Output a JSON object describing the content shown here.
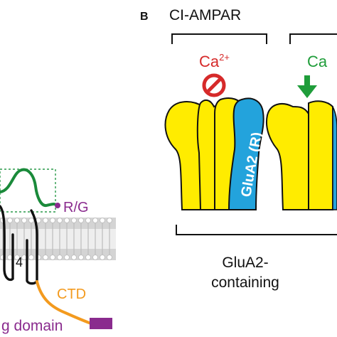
{
  "panel_b": {
    "letter": "B",
    "title": "CI-AMPAR",
    "ion_left": {
      "base": "Ca",
      "sup": "2+",
      "color": "#d62a2a",
      "icon": "blocked-icon"
    },
    "ion_right": {
      "base": "Ca",
      "color": "#1f9d3a",
      "icon": "down-arrow-icon"
    },
    "subunit_label": "GluA2 (R)",
    "bottom_label_line1": "GluA2-",
    "bottom_label_line2": "containing"
  },
  "panel_a": {
    "rg_label": "R/G",
    "helix_label": "4",
    "ctd_label": "CTD",
    "domain_label": "g domain"
  },
  "colors": {
    "subunit_yellow": "#ffec00",
    "subunit_blue": "#23a3dc",
    "loop_green": "#1a8a3a",
    "site_purple": "#8a2b8e",
    "ctd_orange": "#f39a1e",
    "membrane_gray": "#cfcfcf",
    "blocked_red": "#d62a2a",
    "arrow_green": "#1f9d3a"
  }
}
